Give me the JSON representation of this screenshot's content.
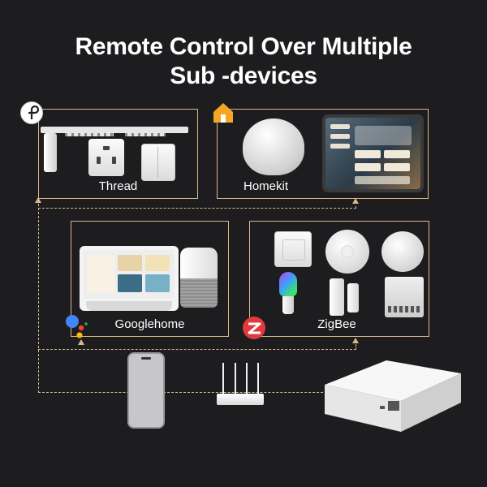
{
  "title": {
    "line1": "Remote Control Over Multiple",
    "line2": "Sub -devices"
  },
  "panels": {
    "thread": {
      "label": "Thread",
      "icon": "thread-logo-icon"
    },
    "homekit": {
      "label": "Homekit",
      "icon": "home-icon"
    },
    "googlehome": {
      "label": "Googlehome",
      "icon": "google-assistant-icon"
    },
    "zigbee": {
      "label": "ZigBee",
      "icon": "zigbee-logo-icon"
    }
  },
  "colors": {
    "background": "#1d1d1f",
    "frame": "#d6b98a",
    "homekit_orange": "#f5a623",
    "zigbee_red": "#e03a3e"
  }
}
